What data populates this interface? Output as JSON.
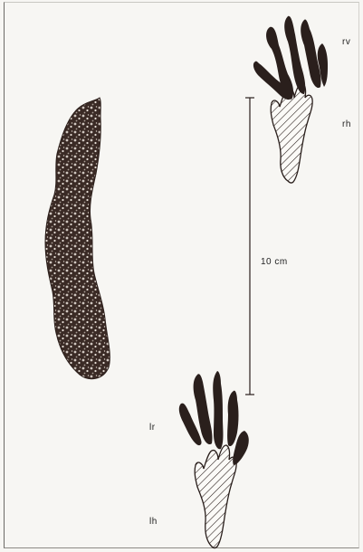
{
  "figure": {
    "labels": {
      "rv": "rv",
      "rh": "rh",
      "lr": "lr",
      "lh": "lh"
    },
    "scale_bar": {
      "text": "10 cm"
    },
    "colors": {
      "paper": "#f7f6f3",
      "ink": "#2a1f1c",
      "dropping": "#3a2a25"
    }
  }
}
